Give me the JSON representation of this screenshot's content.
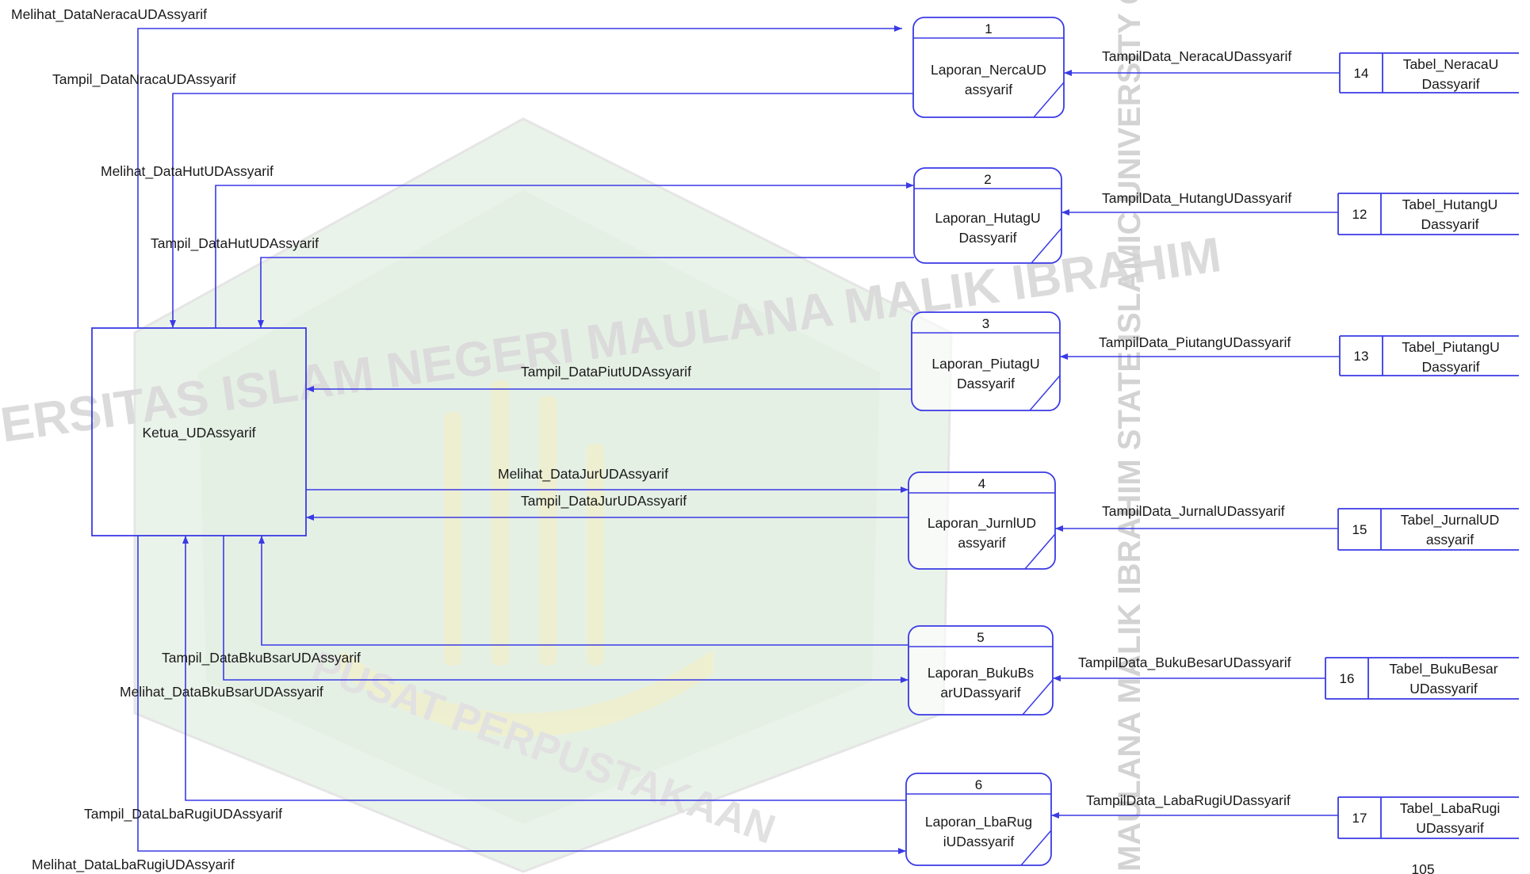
{
  "entity": {
    "label": "Ketua_UDAssyarif"
  },
  "processes": [
    {
      "id": "1",
      "label_lines": [
        "Laporan_NercaUD",
        "assyarif"
      ]
    },
    {
      "id": "2",
      "label_lines": [
        "Laporan_HutagU",
        "Dassyarif"
      ]
    },
    {
      "id": "3",
      "label_lines": [
        "Laporan_PiutagU",
        "Dassyarif"
      ]
    },
    {
      "id": "4",
      "label_lines": [
        "Laporan_JurnlUD",
        "assyarif"
      ]
    },
    {
      "id": "5",
      "label_lines": [
        "Laporan_BukuBs",
        "arUDassyarif"
      ]
    },
    {
      "id": "6",
      "label_lines": [
        "Laporan_LbaRug",
        "iUDassyarif"
      ]
    }
  ],
  "stores": [
    {
      "id": "14",
      "label_lines": [
        "Tabel_NeracaU",
        "Dassyarif"
      ]
    },
    {
      "id": "12",
      "label_lines": [
        "Tabel_HutangU",
        "Dassyarif"
      ]
    },
    {
      "id": "13",
      "label_lines": [
        "Tabel_PiutangU",
        "Dassyarif"
      ]
    },
    {
      "id": "15",
      "label_lines": [
        "Tabel_JurnalUD",
        "assyarif"
      ]
    },
    {
      "id": "16",
      "label_lines": [
        "Tabel_BukuBesar",
        "UDassyarif"
      ]
    },
    {
      "id": "17",
      "label_lines": [
        "Tabel_LabaRugi",
        "UDassyarif"
      ]
    }
  ],
  "flows": {
    "melihat_neraca": "Melihat_DataNeracaUDAssyarif",
    "tampil_neraca": "Tampil_DataNracaUDAssyarif",
    "melihat_hutang": "Melihat_DataHutUDAssyarif",
    "tampil_hutang": "Tampil_DataHutUDAssyarif",
    "tampil_piutang": "Tampil_DataPiutUDAssyarif",
    "melihat_jurnal": "Melihat_DataJurUDAssyarif",
    "tampil_jurnal": "Tampil_DataJurUDAssyarif",
    "tampil_bukubesar": "Tampil_DataBkuBsarUDAssyarif",
    "melihat_bukubesar": "Melihat_DataBkuBsarUDAssyarif",
    "tampil_labarugi": "Tampil_DataLbaRugiUDAssyarif",
    "melihat_labarugi": "Melihat_DataLbaRugiUDAssyarif",
    "store_neraca": "TampilData_NeracaUDassyarif",
    "store_hutang": "TampilData_HutangUDassyarif",
    "store_piutang": "TampilData_PiutangUDassyarif",
    "store_jurnal": "TampilData_JurnalUDassyarif",
    "store_bukubesar": "TampilData_BukuBesarUDassyarif",
    "store_labarugi": "TampilData_LabaRugiUDassyarif"
  },
  "watermark": {
    "vertical_text": "MAULANA MALIK IBRAHIM STATE ISLAMIC UNIVERSITY OF MALANG",
    "ring_text": "UNIVERSITAS ISLAM NEGERI MAULANA MALIK IBRAHIM",
    "bottom_text": "PUSAT PERPUSTAKAAN"
  },
  "page_number": "105",
  "colors": {
    "line": "#3a3ae6",
    "border": "#3a3ae6",
    "text": "#1a1a1a",
    "watermark_green": "#e3efe3",
    "watermark_gray": "#c8c8c8"
  }
}
